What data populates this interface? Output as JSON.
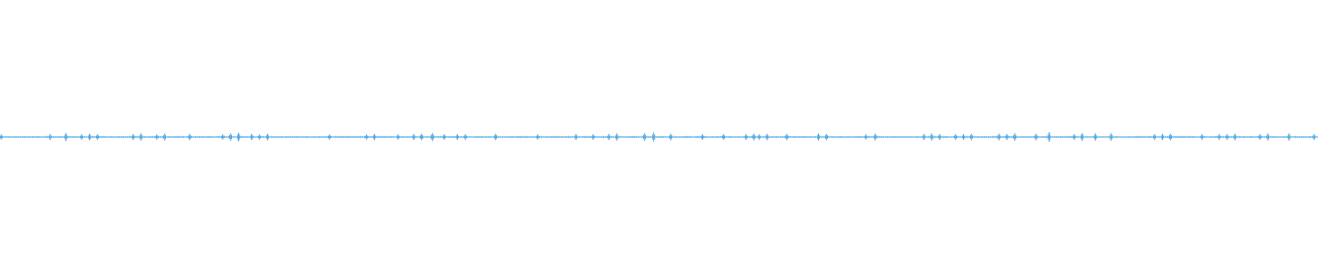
{
  "waveform": {
    "color": "#4aa3e0",
    "peaks": [
      {
        "x": 0.001,
        "a": 0.55
      },
      {
        "x": 0.038,
        "a": 0.6
      },
      {
        "x": 0.05,
        "a": 0.85
      },
      {
        "x": 0.062,
        "a": 0.55
      },
      {
        "x": 0.068,
        "a": 0.7
      },
      {
        "x": 0.074,
        "a": 0.6
      },
      {
        "x": 0.101,
        "a": 0.6
      },
      {
        "x": 0.107,
        "a": 0.85
      },
      {
        "x": 0.119,
        "a": 0.55
      },
      {
        "x": 0.125,
        "a": 0.75
      },
      {
        "x": 0.144,
        "a": 0.7
      },
      {
        "x": 0.169,
        "a": 0.55
      },
      {
        "x": 0.175,
        "a": 0.8
      },
      {
        "x": 0.181,
        "a": 0.9
      },
      {
        "x": 0.191,
        "a": 0.6
      },
      {
        "x": 0.197,
        "a": 0.55
      },
      {
        "x": 0.203,
        "a": 0.7
      },
      {
        "x": 0.25,
        "a": 0.55
      },
      {
        "x": 0.278,
        "a": 0.55
      },
      {
        "x": 0.284,
        "a": 0.6
      },
      {
        "x": 0.302,
        "a": 0.55
      },
      {
        "x": 0.314,
        "a": 0.6
      },
      {
        "x": 0.32,
        "a": 0.75
      },
      {
        "x": 0.328,
        "a": 0.9
      },
      {
        "x": 0.337,
        "a": 0.55
      },
      {
        "x": 0.347,
        "a": 0.55
      },
      {
        "x": 0.353,
        "a": 0.6
      },
      {
        "x": 0.376,
        "a": 0.7
      },
      {
        "x": 0.408,
        "a": 0.55
      },
      {
        "x": 0.437,
        "a": 0.6
      },
      {
        "x": 0.45,
        "a": 0.55
      },
      {
        "x": 0.462,
        "a": 0.6
      },
      {
        "x": 0.468,
        "a": 0.8
      },
      {
        "x": 0.489,
        "a": 0.85
      },
      {
        "x": 0.496,
        "a": 1.0
      },
      {
        "x": 0.509,
        "a": 0.75
      },
      {
        "x": 0.533,
        "a": 0.55
      },
      {
        "x": 0.549,
        "a": 0.6
      },
      {
        "x": 0.566,
        "a": 0.6
      },
      {
        "x": 0.572,
        "a": 0.75
      },
      {
        "x": 0.576,
        "a": 0.55
      },
      {
        "x": 0.582,
        "a": 0.7
      },
      {
        "x": 0.597,
        "a": 0.7
      },
      {
        "x": 0.621,
        "a": 0.75
      },
      {
        "x": 0.627,
        "a": 0.7
      },
      {
        "x": 0.657,
        "a": 0.55
      },
      {
        "x": 0.664,
        "a": 0.75
      },
      {
        "x": 0.701,
        "a": 0.6
      },
      {
        "x": 0.707,
        "a": 0.8
      },
      {
        "x": 0.713,
        "a": 0.6
      },
      {
        "x": 0.725,
        "a": 0.6
      },
      {
        "x": 0.731,
        "a": 0.55
      },
      {
        "x": 0.737,
        "a": 0.7
      },
      {
        "x": 0.758,
        "a": 0.75
      },
      {
        "x": 0.764,
        "a": 0.6
      },
      {
        "x": 0.77,
        "a": 0.85
      },
      {
        "x": 0.786,
        "a": 0.7
      },
      {
        "x": 0.796,
        "a": 1.0
      },
      {
        "x": 0.815,
        "a": 0.6
      },
      {
        "x": 0.821,
        "a": 0.85
      },
      {
        "x": 0.831,
        "a": 0.8
      },
      {
        "x": 0.843,
        "a": 0.85
      },
      {
        "x": 0.876,
        "a": 0.6
      },
      {
        "x": 0.882,
        "a": 0.6
      },
      {
        "x": 0.888,
        "a": 0.75
      },
      {
        "x": 0.912,
        "a": 0.55
      },
      {
        "x": 0.925,
        "a": 0.55
      },
      {
        "x": 0.931,
        "a": 0.6
      },
      {
        "x": 0.937,
        "a": 0.7
      },
      {
        "x": 0.956,
        "a": 0.6
      },
      {
        "x": 0.962,
        "a": 0.75
      },
      {
        "x": 0.978,
        "a": 0.8
      },
      {
        "x": 0.997,
        "a": 0.6
      }
    ]
  }
}
